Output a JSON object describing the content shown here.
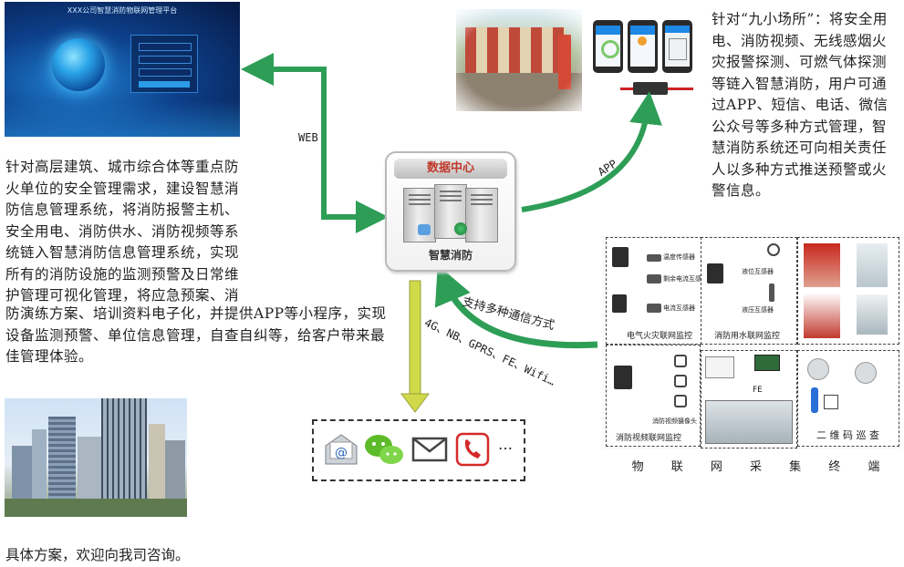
{
  "web_platform": {
    "title": "XXX公司智慧消防物联网管理平台"
  },
  "left_text": "针对高层建筑、城市综合体等重点防火单位的安全管理需求，建设智慧消防信息管理系统，将消防报警主机、安全用电、消防供水、消防视频等系统链入智慧消防信息管理系统，实现所有的消防设施的监测预警及日常维护管理可视化管理，将应急预案、消",
  "left_text_2": "防演练方案、培训资料电子化，并提供APP等小程序，实现设备监测预警、单位信息管理，自查自纠等，给客户带来最佳管理体验。",
  "footer_text": "具体方案，欢迎向我司咨询。",
  "right_text": "针对“九小场所”：将安全用电、消防视频、无线感烟火灾报警探测、可燃气体探测等链入智慧消防，用户可通过APP、短信、电话、微信公众号等多种方式管理，智慧消防系统还可向相关责任人以多种方式推送预警或火警信息。",
  "data_center": {
    "title": "数据中心",
    "footer": "智慧消防"
  },
  "arrows": {
    "web": "WEB",
    "app": "APP",
    "comm": "支持多种通信方式",
    "protocols": "4G、NB、GPRS、FE、Wifi…"
  },
  "notify": {
    "more": "…"
  },
  "iot": {
    "title": "物 联 网 采 集 终 端",
    "cells": {
      "fire_alarm": {
        "caption": "电气火灾联网监控",
        "labels": [
          "温度传感器",
          "剩余电流互感器",
          "电流互感器"
        ]
      },
      "water": {
        "caption": "消防用水联网监控",
        "labels": [
          "液位互感器",
          "液压互感器"
        ]
      },
      "video": {
        "caption": "消防视频联网监控",
        "labels": [
          "消防视频摄像头"
        ]
      },
      "fe": {
        "label": "FE"
      },
      "qr": {
        "caption": "二 维 码 巡 查"
      }
    }
  },
  "colors": {
    "arrow_green": "#2e9e57",
    "arrow_yellow": "#cfd94a"
  }
}
